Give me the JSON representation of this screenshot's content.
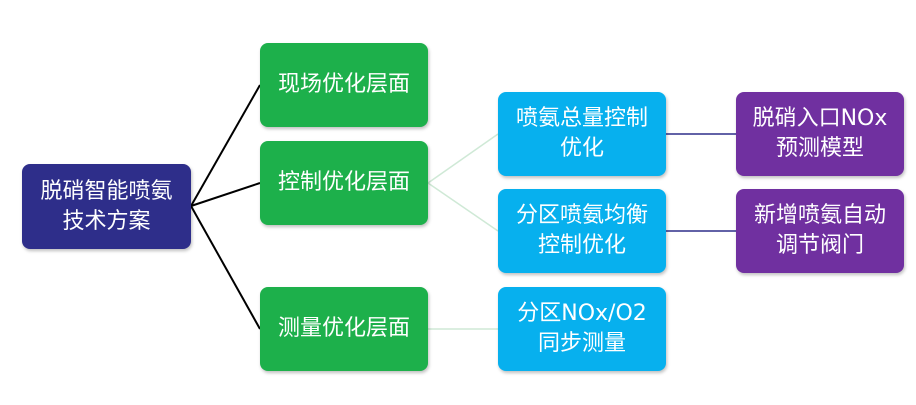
{
  "root": {
    "line1": "脱硝智能喷氨",
    "line2": "技术方案"
  },
  "level1": {
    "field": {
      "label": "现场优化层面"
    },
    "control": {
      "label": "控制优化层面"
    },
    "measure": {
      "label": "测量优化层面"
    }
  },
  "level2": {
    "total": {
      "line1": "喷氨总量控制",
      "line2": "优化"
    },
    "zone": {
      "line1": "分区喷氨均衡",
      "line2": "控制优化"
    },
    "sync": {
      "line1": "分区NOx/O2",
      "line2": "同步测量"
    }
  },
  "level3": {
    "model": {
      "line1": "脱硝入口NOx",
      "line2": "预测模型"
    },
    "valve": {
      "line1": "新增喷氨自动",
      "line2": "调节阀门"
    }
  },
  "colors": {
    "root": "#2e2e8a",
    "level1": "#1db04b",
    "level2": "#07b0ee",
    "level3": "#7030a0"
  }
}
